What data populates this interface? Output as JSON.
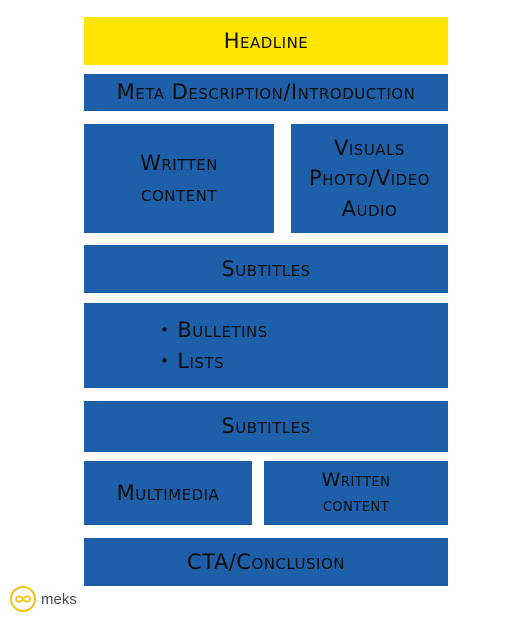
{
  "blocks": {
    "headline": "Headline",
    "meta": "Meta Description/Introduction",
    "written_content_1": "Written\ncontent",
    "visuals": "Visuals\nPhoto/Video\nAudio",
    "subtitles_1": "Subtitles",
    "bullets": [
      "Bulletins",
      "Lists"
    ],
    "subtitles_2": "Subtitles",
    "multimedia": "Multimedia",
    "written_content_2": "Written\ncontent",
    "cta": "CTA/Conclusion"
  },
  "logo": {
    "text": "meks",
    "icon": "infinity-loop-icon"
  },
  "colors": {
    "blue": "#1d5fa8",
    "yellow": "#ffe500",
    "logo_accent": "#f2c40f"
  }
}
